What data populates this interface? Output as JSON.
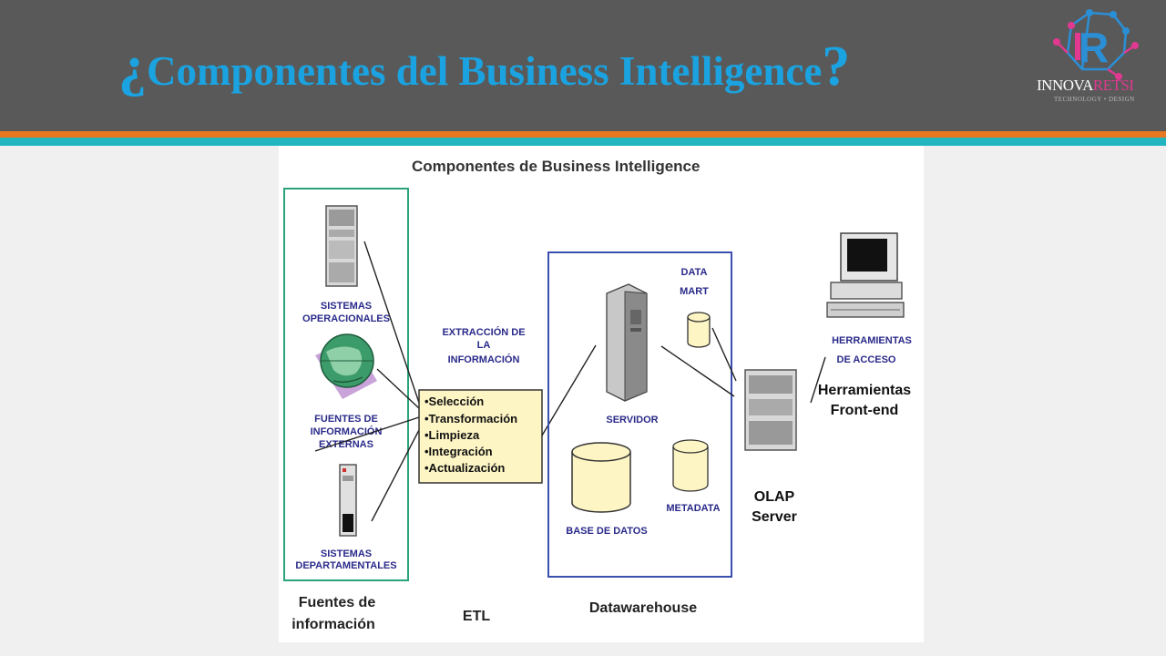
{
  "slide": {
    "title_q_open": "¿",
    "title_main": "Componentes del Business Intelligence",
    "title_q_close": "?",
    "colors": {
      "header": "#595959",
      "title": "#1aa3e0",
      "stripe_orange": "#e87722",
      "stripe_teal": "#23b5bf"
    }
  },
  "logo": {
    "name_part1": "INNOVA",
    "name_part2": "RETSI",
    "tagline": "TECHNOLOGY • DESIGN",
    "letter": "R"
  },
  "diagram": {
    "title": "Componentes de Business Intelligence",
    "sources": {
      "operacionales": [
        "SISTEMAS",
        "OPERACIONALES"
      ],
      "externas": [
        "FUENTES DE",
        "INFORMACIÓN",
        "EXTERNAS"
      ],
      "departamentales": [
        "SISTEMAS",
        "DEPARTAMENTALES"
      ],
      "footer": [
        "Fuentes de",
        "información"
      ]
    },
    "etl": {
      "heading": [
        "EXTRACCIÓN DE",
        "LA",
        "INFORMACIÓN"
      ],
      "steps": [
        "•Selección",
        "•Transformación",
        "•Limpieza",
        "•Integración",
        "•Actualización"
      ],
      "footer": "ETL"
    },
    "datawarehouse": {
      "data_mart": [
        "DATA",
        "MART"
      ],
      "servidor": "SERVIDOR",
      "base_de_datos": "BASE DE DATOS",
      "metadata": "METADATA",
      "footer": "Datawarehouse"
    },
    "olap": [
      "OLAP",
      "Server"
    ],
    "access": {
      "label": [
        "HERRAMIENTAS",
        "DE ACCESO"
      ],
      "frontend": [
        "Herramientas",
        "Front-end"
      ]
    }
  }
}
